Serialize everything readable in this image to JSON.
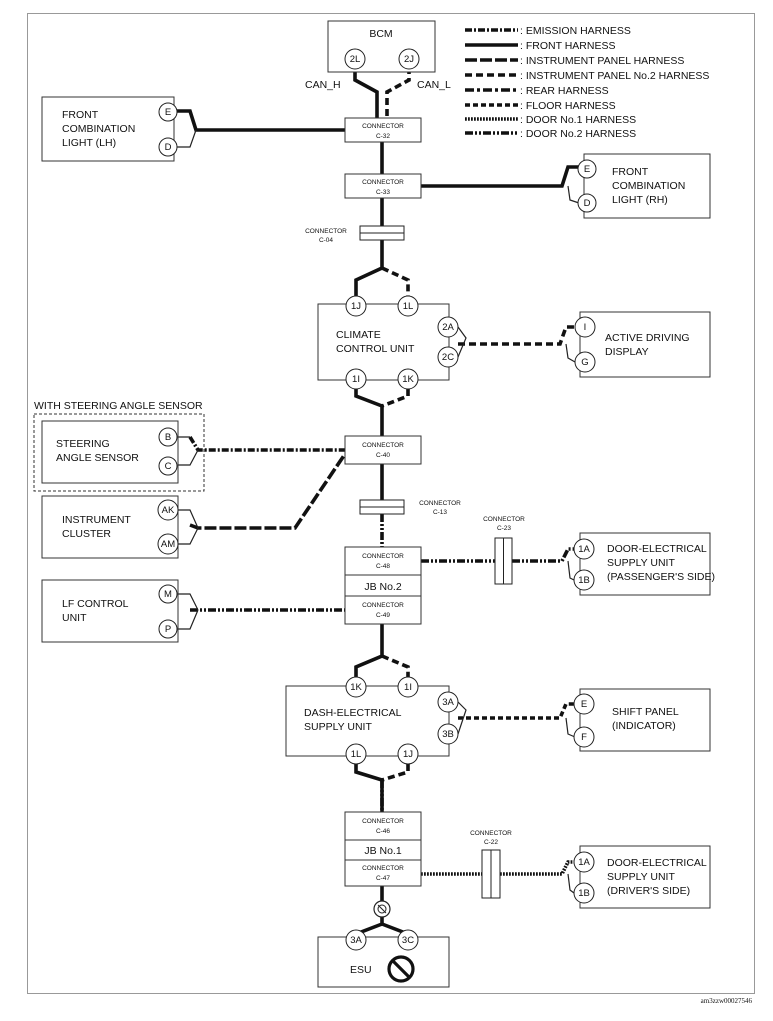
{
  "legend": [
    {
      "style": "emis",
      "label": ": EMISSION HARNESS"
    },
    {
      "style": "front",
      "label": ": FRONT HARNESS"
    },
    {
      "style": "ip",
      "label": ": INSTRUMENT PANEL HARNESS"
    },
    {
      "style": "ip2",
      "label": ": INSTRUMENT PANEL No.2 HARNESS"
    },
    {
      "style": "rear",
      "label": ": REAR HARNESS"
    },
    {
      "style": "floor",
      "label": ": FLOOR HARNESS"
    },
    {
      "style": "door1",
      "label": ": DOOR No.1 HARNESS"
    },
    {
      "style": "door2",
      "label": ": DOOR No.2 HARNESS"
    }
  ],
  "bcm": {
    "title": "BCM",
    "pin_l": "2L",
    "pin_r": "2J",
    "can_h": "CAN_H",
    "can_l": "CAN_L"
  },
  "front_light_lh": {
    "line1": "FRONT",
    "line2": "COMBINATION",
    "line3": "LIGHT (LH)",
    "pin_top": "E",
    "pin_bot": "D"
  },
  "front_light_rh": {
    "line1": "FRONT",
    "line2": "COMBINATION",
    "line3": "LIGHT (RH)",
    "pin_top": "E",
    "pin_bot": "D"
  },
  "conn_c32": {
    "word": "CONNECTOR",
    "code": "C-32"
  },
  "conn_c33": {
    "word": "CONNECTOR",
    "code": "C-33"
  },
  "conn_c04": {
    "word": "CONNECTOR",
    "code": "C-04"
  },
  "climate": {
    "line1": "CLIMATE",
    "line2": "CONTROL UNIT",
    "pin_1j": "1J",
    "pin_1l": "1L",
    "pin_2a": "2A",
    "pin_2c": "2C",
    "pin_1i": "1I",
    "pin_1k": "1K"
  },
  "active_display": {
    "line1": "ACTIVE DRIVING",
    "line2": "DISPLAY",
    "pin_top": "I",
    "pin_bot": "G"
  },
  "with_sas": "WITH STEERING ANGLE SENSOR",
  "sas": {
    "line1": "STEERING",
    "line2": "ANGLE SENSOR",
    "pin_top": "B",
    "pin_bot": "C"
  },
  "conn_c40": {
    "word": "CONNECTOR",
    "code": "C-40"
  },
  "conn_c13": {
    "word": "CONNECTOR",
    "code": "C-13"
  },
  "cluster": {
    "line1": "INSTRUMENT",
    "line2": "CLUSTER",
    "pin_top": "AK",
    "pin_bot": "AM"
  },
  "conn_c48": {
    "word": "CONNECTOR",
    "code": "C-48"
  },
  "jb2": "JB No.2",
  "conn_c49": {
    "word": "CONNECTOR",
    "code": "C-49"
  },
  "conn_c23": {
    "word": "CONNECTOR",
    "code": "C-23"
  },
  "door_pass": {
    "line1": "DOOR-ELECTRICAL",
    "line2": "SUPPLY UNIT",
    "line3": "(PASSENGER'S SIDE)",
    "pin_top": "1A",
    "pin_bot": "1B"
  },
  "lf": {
    "line1": "LF CONTROL",
    "line2": "UNIT",
    "pin_top": "M",
    "pin_bot": "P"
  },
  "dash": {
    "line1": "DASH-ELECTRICAL",
    "line2": "SUPPLY UNIT",
    "pin_1k": "1K",
    "pin_1i": "1I",
    "pin_3a": "3A",
    "pin_3b": "3B",
    "pin_1l": "1L",
    "pin_1j": "1J"
  },
  "shift": {
    "line1": "SHIFT PANEL",
    "line2": "(INDICATOR)",
    "pin_top": "E",
    "pin_bot": "F"
  },
  "conn_c46": {
    "word": "CONNECTOR",
    "code": "C-46"
  },
  "jb1": "JB No.1",
  "conn_c47": {
    "word": "CONNECTOR",
    "code": "C-47"
  },
  "conn_c22": {
    "word": "CONNECTOR",
    "code": "C-22"
  },
  "door_drv": {
    "line1": "DOOR-ELECTRICAL",
    "line2": "SUPPLY UNIT",
    "line3": "(DRIVER'S SIDE)",
    "pin_top": "1A",
    "pin_bot": "1B"
  },
  "esu": {
    "title": "ESU",
    "pin_l": "3A",
    "pin_r": "3C"
  },
  "figure_id": "am3zzw00027546"
}
